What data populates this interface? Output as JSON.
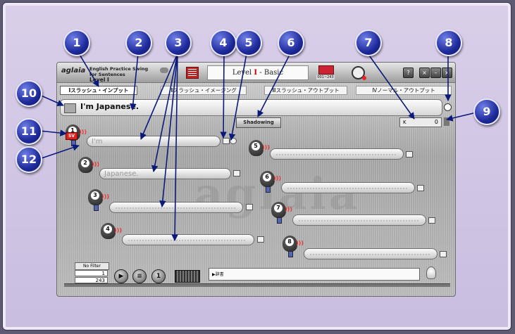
{
  "app": {
    "logo": "aglaia",
    "title_line1": "English Practice Swing",
    "title_line2": "for Sentences",
    "title_level": "Level I",
    "level_prefix": "Level ",
    "level_numeral": "I",
    "level_suffix": " - Basic",
    "range_label": "001~243",
    "window_buttons": [
      "?",
      "×",
      "–",
      "×"
    ]
  },
  "tabs": [
    {
      "label": "Ⅰスラッシュ・インプット",
      "active": true
    },
    {
      "label": "Ⅱスラッシュ・イメージング",
      "active": false
    },
    {
      "label": "Ⅲスラッシュ・アウトプット",
      "active": false
    },
    {
      "label": "Ⅳノーマル・アウトプット",
      "active": false
    }
  ],
  "sentence": {
    "text": "I'm Japanese."
  },
  "shadowing_label": "Shadowing",
  "counter": {
    "value": "0"
  },
  "sv_badge": "SV",
  "phrases": [
    {
      "num": "1",
      "text": "I'm"
    },
    {
      "num": "2",
      "text": "Japanese."
    },
    {
      "num": "3",
      "text": ""
    },
    {
      "num": "4",
      "text": ""
    },
    {
      "num": "5",
      "text": ""
    },
    {
      "num": "6",
      "text": ""
    },
    {
      "num": "7",
      "text": ""
    },
    {
      "num": "8",
      "text": ""
    }
  ],
  "bottom": {
    "filter": "No Filter",
    "current": "1",
    "total": "243",
    "dict_label": "▶辞書"
  },
  "callouts": [
    "1",
    "2",
    "3",
    "4",
    "5",
    "6",
    "7",
    "8",
    "9",
    "10",
    "11",
    "12"
  ]
}
